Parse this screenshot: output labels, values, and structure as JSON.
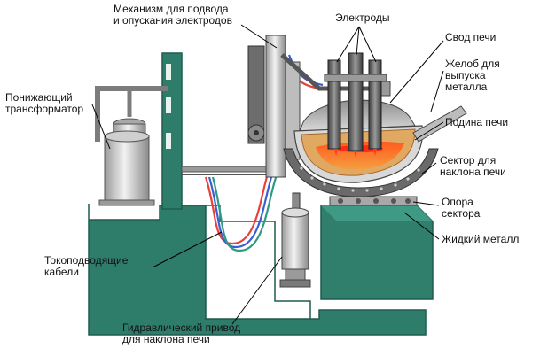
{
  "labels": {
    "mechanism": "Механизм для подвода\nи опускания электродов",
    "electrodes": "Электроды",
    "roof": "Свод печи",
    "spout": "Желоб для\nвыпуска\nметалла",
    "hearth": "Подина печи",
    "tilt_sector": "Сектор для\nнаклона печи",
    "sector_support": "Опора\nсектора",
    "liquid_metal": "Жидкий металл",
    "transformer": "Понижающий\nтрансформатор",
    "cables": "Токоподводящие\nкабели",
    "hydraulic": "Гидравлический привод\nдля наклона печи"
  },
  "colors": {
    "foundation": "#2e7d6b",
    "foundation_dark": "#1f5c4e",
    "pit": "#ffffff",
    "steel": "#c9c9c9",
    "steel_dark": "#5a5a5a",
    "electrode": "#6b6b6b",
    "refractory": "#e0a860",
    "molten": "#f08a2a",
    "hot": "#ff3b1f",
    "cable_red": "#e8413a",
    "cable_blue": "#3a5fd0",
    "leader": "#000000"
  }
}
